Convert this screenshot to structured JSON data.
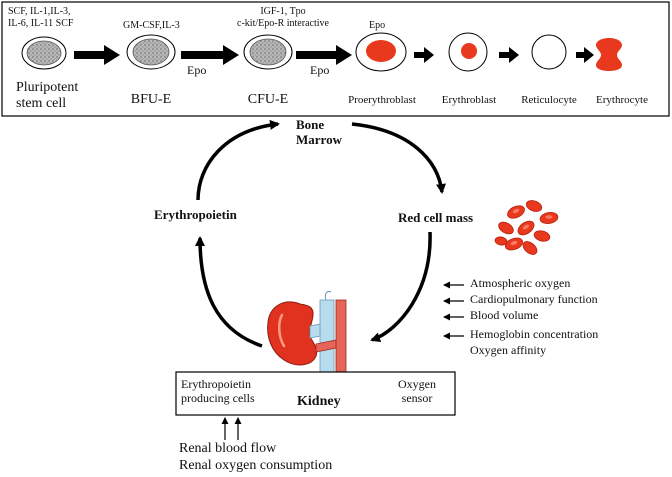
{
  "top_panel": {
    "factors_pluripotent": [
      "SCF, IL-1,IL-3,",
      "IL-6, IL-11 SCF"
    ],
    "factors_bfu": "GM-CSF,IL-3",
    "factors_cfu": [
      "IGF-1, Tpo",
      "c-kit/Epo-R interactive"
    ],
    "factors_proerythroblast": "Epo",
    "epo_arrow_1": "Epo",
    "epo_arrow_2": "Epo",
    "stages": {
      "pluripotent": [
        "Pluripotent",
        "stem cell"
      ],
      "bfu": "BFU-E",
      "cfu": "CFU-E",
      "proerythroblast": "Proerythroblast",
      "erythroblast": "Erythroblast",
      "reticulocyte": "Reticulocyte",
      "erythrocyte": "Erythrocyte"
    }
  },
  "cycle": {
    "bone_marrow": [
      "Bone",
      "Marrow"
    ],
    "red_cell_mass": "Red cell mass",
    "erythropoietin": "Erythropoietin",
    "kidney": "Kidney",
    "epo_producing": [
      "Erythropoietin",
      "producing cells"
    ],
    "oxygen_sensor": [
      "Oxygen",
      "sensor"
    ]
  },
  "oxygen_factors": [
    "Atmospheric oxygen",
    "Cardiopulmonary function",
    "Blood volume",
    "Hemoglobin concentration",
    "Oxygen affinity"
  ],
  "renal_factors": [
    "Renal blood flow",
    "Renal oxygen consumption"
  ],
  "colors": {
    "red_cell": "#e8391e",
    "nucleus_grey": "#a9a9a9",
    "kidney": "#e0321e",
    "vessel_blue": "#b8dcef",
    "black": "#000000"
  }
}
